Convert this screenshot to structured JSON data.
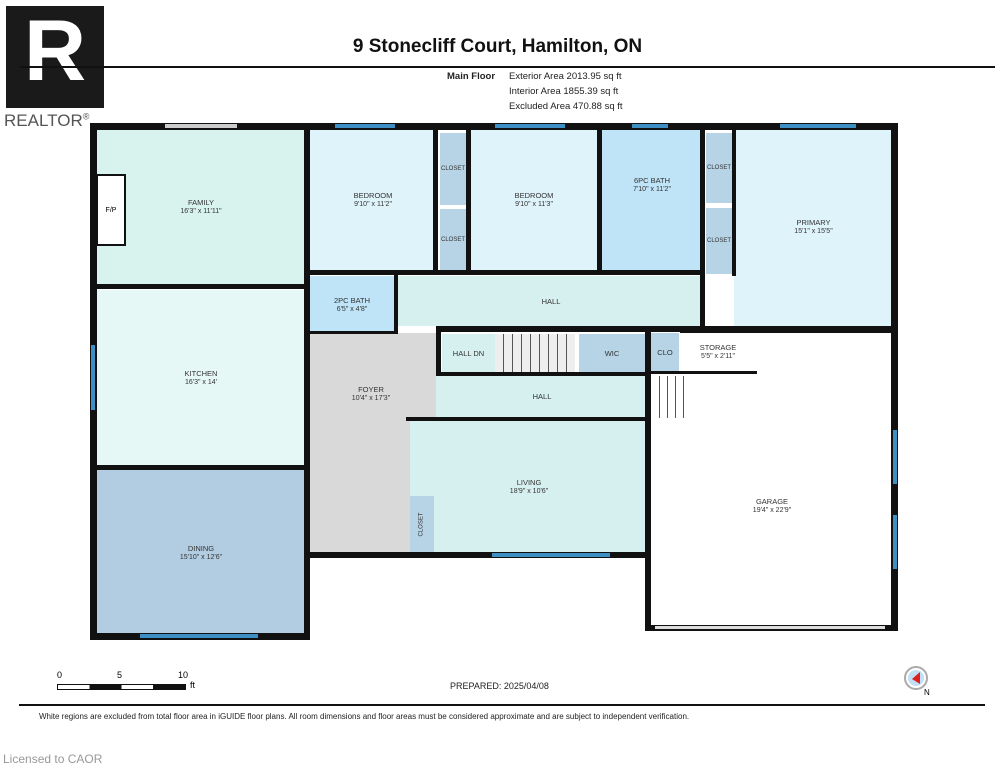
{
  "logo": {
    "text": "REALTOR",
    "mark": "R",
    "registered": "®"
  },
  "header": {
    "title": "9 Stonecliff Court, Hamilton, ON",
    "floor_label": "Main Floor",
    "areas": [
      "Exterior Area 2013.95 sq ft",
      "Interior Area 1855.39 sq ft",
      "Excluded Area 470.88 sq ft"
    ]
  },
  "rooms": [
    {
      "name": "FAMILY",
      "dim": "16'3\" x 11'11\""
    },
    {
      "name": "BEDROOM",
      "dim": "9'10\" x 11'2\""
    },
    {
      "name": "BEDROOM",
      "dim": "9'10\" x 11'3\""
    },
    {
      "name": "6PC BATH",
      "dim": "7'10\" x 11'2\""
    },
    {
      "name": "PRIMARY",
      "dim": "15'1\" x 15'5\""
    },
    {
      "name": "2PC BATH",
      "dim": "6'5\" x 4'8\""
    },
    {
      "name": "HALL",
      "dim": ""
    },
    {
      "name": "KITCHEN",
      "dim": "16'3\" x 14'"
    },
    {
      "name": "FOYER",
      "dim": "10'4\" x 17'3\""
    },
    {
      "name": "HALL DN",
      "dim": ""
    },
    {
      "name": "WIC",
      "dim": ""
    },
    {
      "name": "CLO",
      "dim": ""
    },
    {
      "name": "STORAGE",
      "dim": "5'5\" x 2'11\""
    },
    {
      "name": "HALL",
      "dim": ""
    },
    {
      "name": "LIVING",
      "dim": "18'9\" x 10'6\""
    },
    {
      "name": "GARAGE",
      "dim": "19'4\" x 22'9\""
    },
    {
      "name": "DINING",
      "dim": "15'10\" x 12'6\""
    }
  ],
  "closet_label": "CLOSET",
  "fireplace_label": "F/P",
  "scale": {
    "ticks": [
      "0",
      "5",
      "10"
    ],
    "unit": "ft"
  },
  "prepared": "PREPARED: 2025/04/08",
  "compass": "N",
  "disclaimer": "White regions are excluded from total floor area in iGUIDE floor plans. All room dimensions and floor areas must be considered approximate and are subject to independent verification.",
  "license": "Licensed to CAOR"
}
